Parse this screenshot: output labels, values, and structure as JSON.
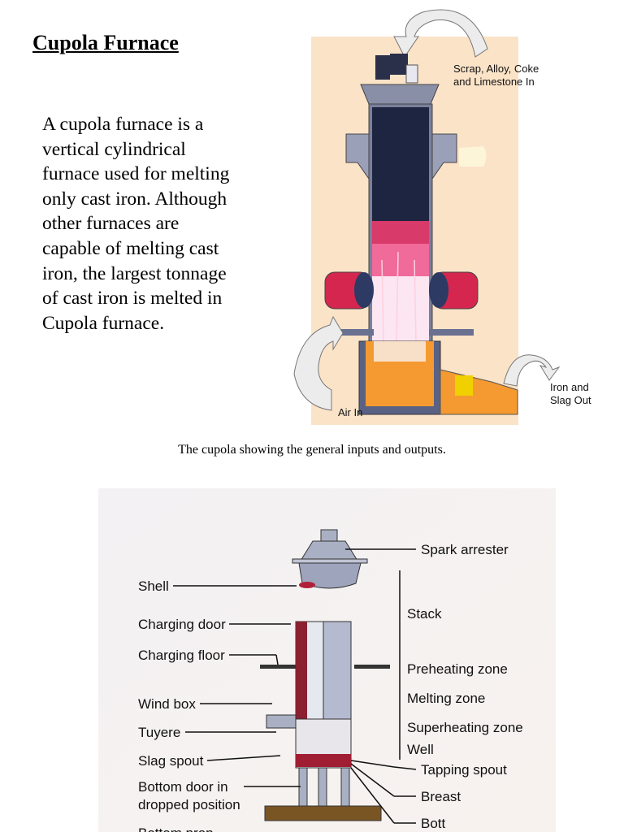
{
  "title": "Cupola Furnace",
  "paragraph": "A cupola furnace is a vertical cylindrical furnace used for melting only cast iron. Although other furnaces are capable of melting cast iron, the largest tonnage of cast iron is melted in Cupola furnace.",
  "figure1": {
    "caption": "The cupola showing the general inputs and outputs.",
    "labels": {
      "input_line1": "Scrap, Alloy, Coke",
      "input_line2": "and Limestone In",
      "output_line1": "Iron and",
      "output_line2": "Slag Out",
      "air": "Air In"
    }
  },
  "figure2": {
    "left_labels": [
      "Shell",
      "Charging door",
      "Charging floor",
      "Wind box",
      "Tuyere",
      "Slag spout",
      "Bottom door in",
      "dropped position",
      "Bottom prop"
    ],
    "right_labels": [
      "Spark arrester",
      "Stack",
      "Preheating zone",
      "Melting zone",
      "Superheating zone",
      "Well",
      "Tapping spout",
      "Breast",
      "Bott"
    ]
  }
}
